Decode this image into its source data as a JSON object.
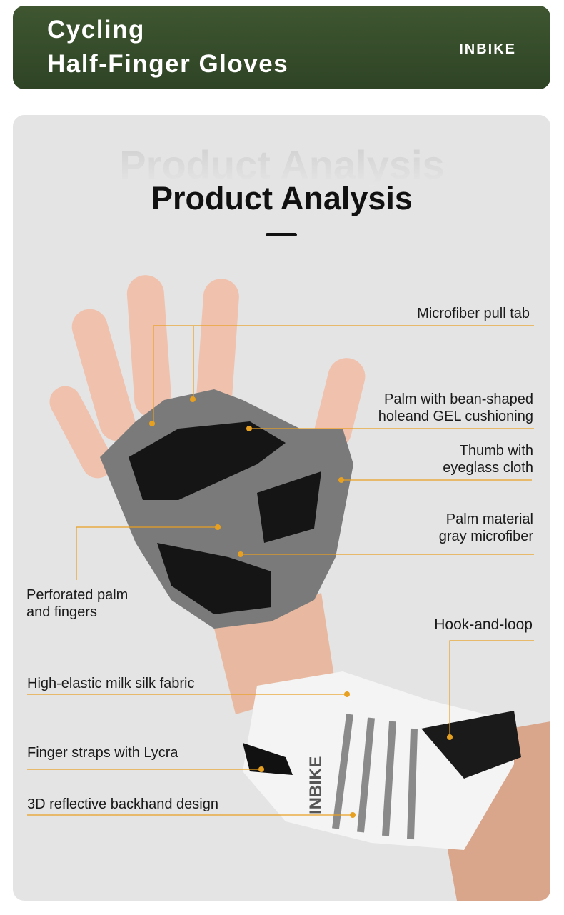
{
  "banner": {
    "title_line1": "Cycling",
    "title_line2": "Half-Finger Gloves",
    "brand": "INBIKE"
  },
  "section": {
    "ghost_title": "Product Analysis",
    "title": "Product Analysis"
  },
  "glove_print": "INBIKE",
  "accent_color": "#e8a020",
  "callouts": [
    {
      "line1": "Microfiber pull tab"
    },
    {
      "line1": "Palm with bean-shaped",
      "line2": "holeand GEL cushioning"
    },
    {
      "line1": "Thumb with",
      "line2": "eyeglass cloth"
    },
    {
      "line1": "Palm material",
      "line2": "gray microfiber"
    },
    {
      "line1": "Perforated palm",
      "line2": "and fingers"
    },
    {
      "line1": "Hook-and-loop"
    },
    {
      "line1": "High-elastic milk silk fabric"
    },
    {
      "line1": "Finger straps with Lycra"
    },
    {
      "line1": "3D reflective backhand design"
    }
  ]
}
